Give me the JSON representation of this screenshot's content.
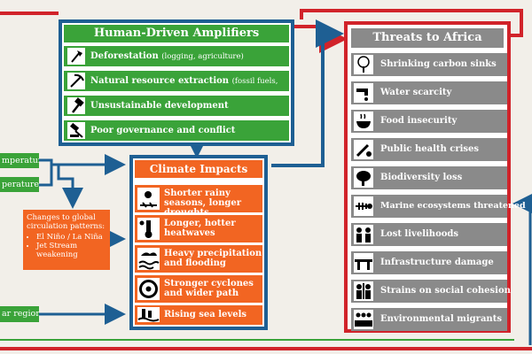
{
  "amplifiers": {
    "title": "Human-Driven Amplifiers",
    "items": [
      {
        "label": "Deforestation",
        "note": "(logging, agriculture)",
        "icon": "axe-icon"
      },
      {
        "label": "Natural resource extraction",
        "note": "(fossil fuels, minerals)",
        "icon": "pickaxe-icon"
      },
      {
        "label": "Unsustainable development",
        "note": "",
        "icon": "hammer-icon"
      },
      {
        "label": "Poor governance and conflict",
        "note": "",
        "icon": "gavel-icon"
      }
    ]
  },
  "climate_impacts": {
    "title": "Climate Impacts",
    "items": [
      {
        "label": "Shorter rainy seasons, longer droughts",
        "icon": "drought-icon"
      },
      {
        "label": "Longer, hotter heatwaves",
        "icon": "heat-thermometer-icon"
      },
      {
        "label": "Heavy precipitation and flooding",
        "icon": "flood-icon"
      },
      {
        "label": "Stronger cyclones and wider path",
        "icon": "cyclone-icon"
      },
      {
        "label": "Rising sea levels",
        "icon": "sea-level-icon"
      }
    ]
  },
  "threats": {
    "title": "Threats to Africa",
    "items": [
      {
        "label": "Shrinking carbon sinks",
        "icon": "co2-tree-icon"
      },
      {
        "label": "Water scarcity",
        "icon": "water-tap-icon"
      },
      {
        "label": "Food insecurity",
        "icon": "empty-bowl-icon"
      },
      {
        "label": "Public health crises",
        "icon": "syringe-virus-icon"
      },
      {
        "label": "Biodiversity loss",
        "icon": "elephant-icon"
      },
      {
        "label": "Marine ecosystems threatened",
        "icon": "fish-skeleton-icon"
      },
      {
        "label": "Lost livelihoods",
        "icon": "people-group-icon"
      },
      {
        "label": "Infrastructure damage",
        "icon": "broken-bridge-icon"
      },
      {
        "label": "Strains on social cohesion",
        "icon": "divided-people-icon"
      },
      {
        "label": "Environmental migrants",
        "icon": "migrants-icon"
      }
    ]
  },
  "left_inputs": {
    "temperature_1": "mperature",
    "temperature_2": "perature",
    "regions": "ar regions"
  },
  "circulation": {
    "heading": "Changes to global circulation patterns:",
    "bullets": [
      "El Niño / La Niña",
      "Jet Stream weakening"
    ]
  },
  "colors": {
    "green": "#3aa339",
    "blue": "#1e5f93",
    "orange": "#f26522",
    "red": "#d1232a",
    "gray": "#8a8a8a"
  }
}
